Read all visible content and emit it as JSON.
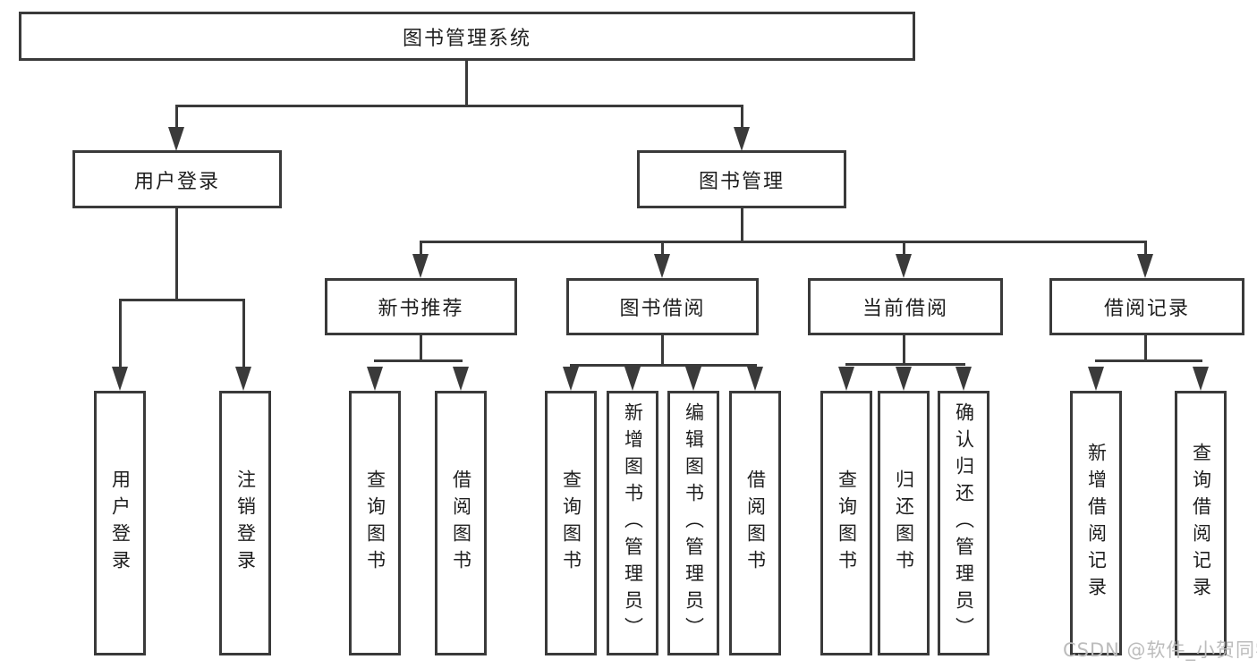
{
  "diagram_title": "图书管理系统",
  "nodes": {
    "root": "图书管理系统",
    "login": "用户登录",
    "mgmt": "图书管理",
    "l3": [
      "新书推荐",
      "图书借阅",
      "当前借阅",
      "借阅记录"
    ],
    "login_children": [
      "用户登录",
      "注销登录"
    ],
    "newbook_children": [
      "查询图书",
      "借阅图书"
    ],
    "borrow_children": [
      "查询图书",
      "新增图书（管理员）",
      "编辑图书（管理员）",
      "借阅图书"
    ],
    "current_children": [
      "查询图书",
      "归还图书",
      "确认归还（管理员）"
    ],
    "record_children": [
      "新增借阅记录",
      "查询借阅记录"
    ]
  },
  "watermark": "CSDN @软件_小贺同学",
  "colors": {
    "line": "#3a3a3a",
    "text": "#1e1e1e",
    "watermark": "#bcbcbc",
    "background": "#ffffff"
  }
}
